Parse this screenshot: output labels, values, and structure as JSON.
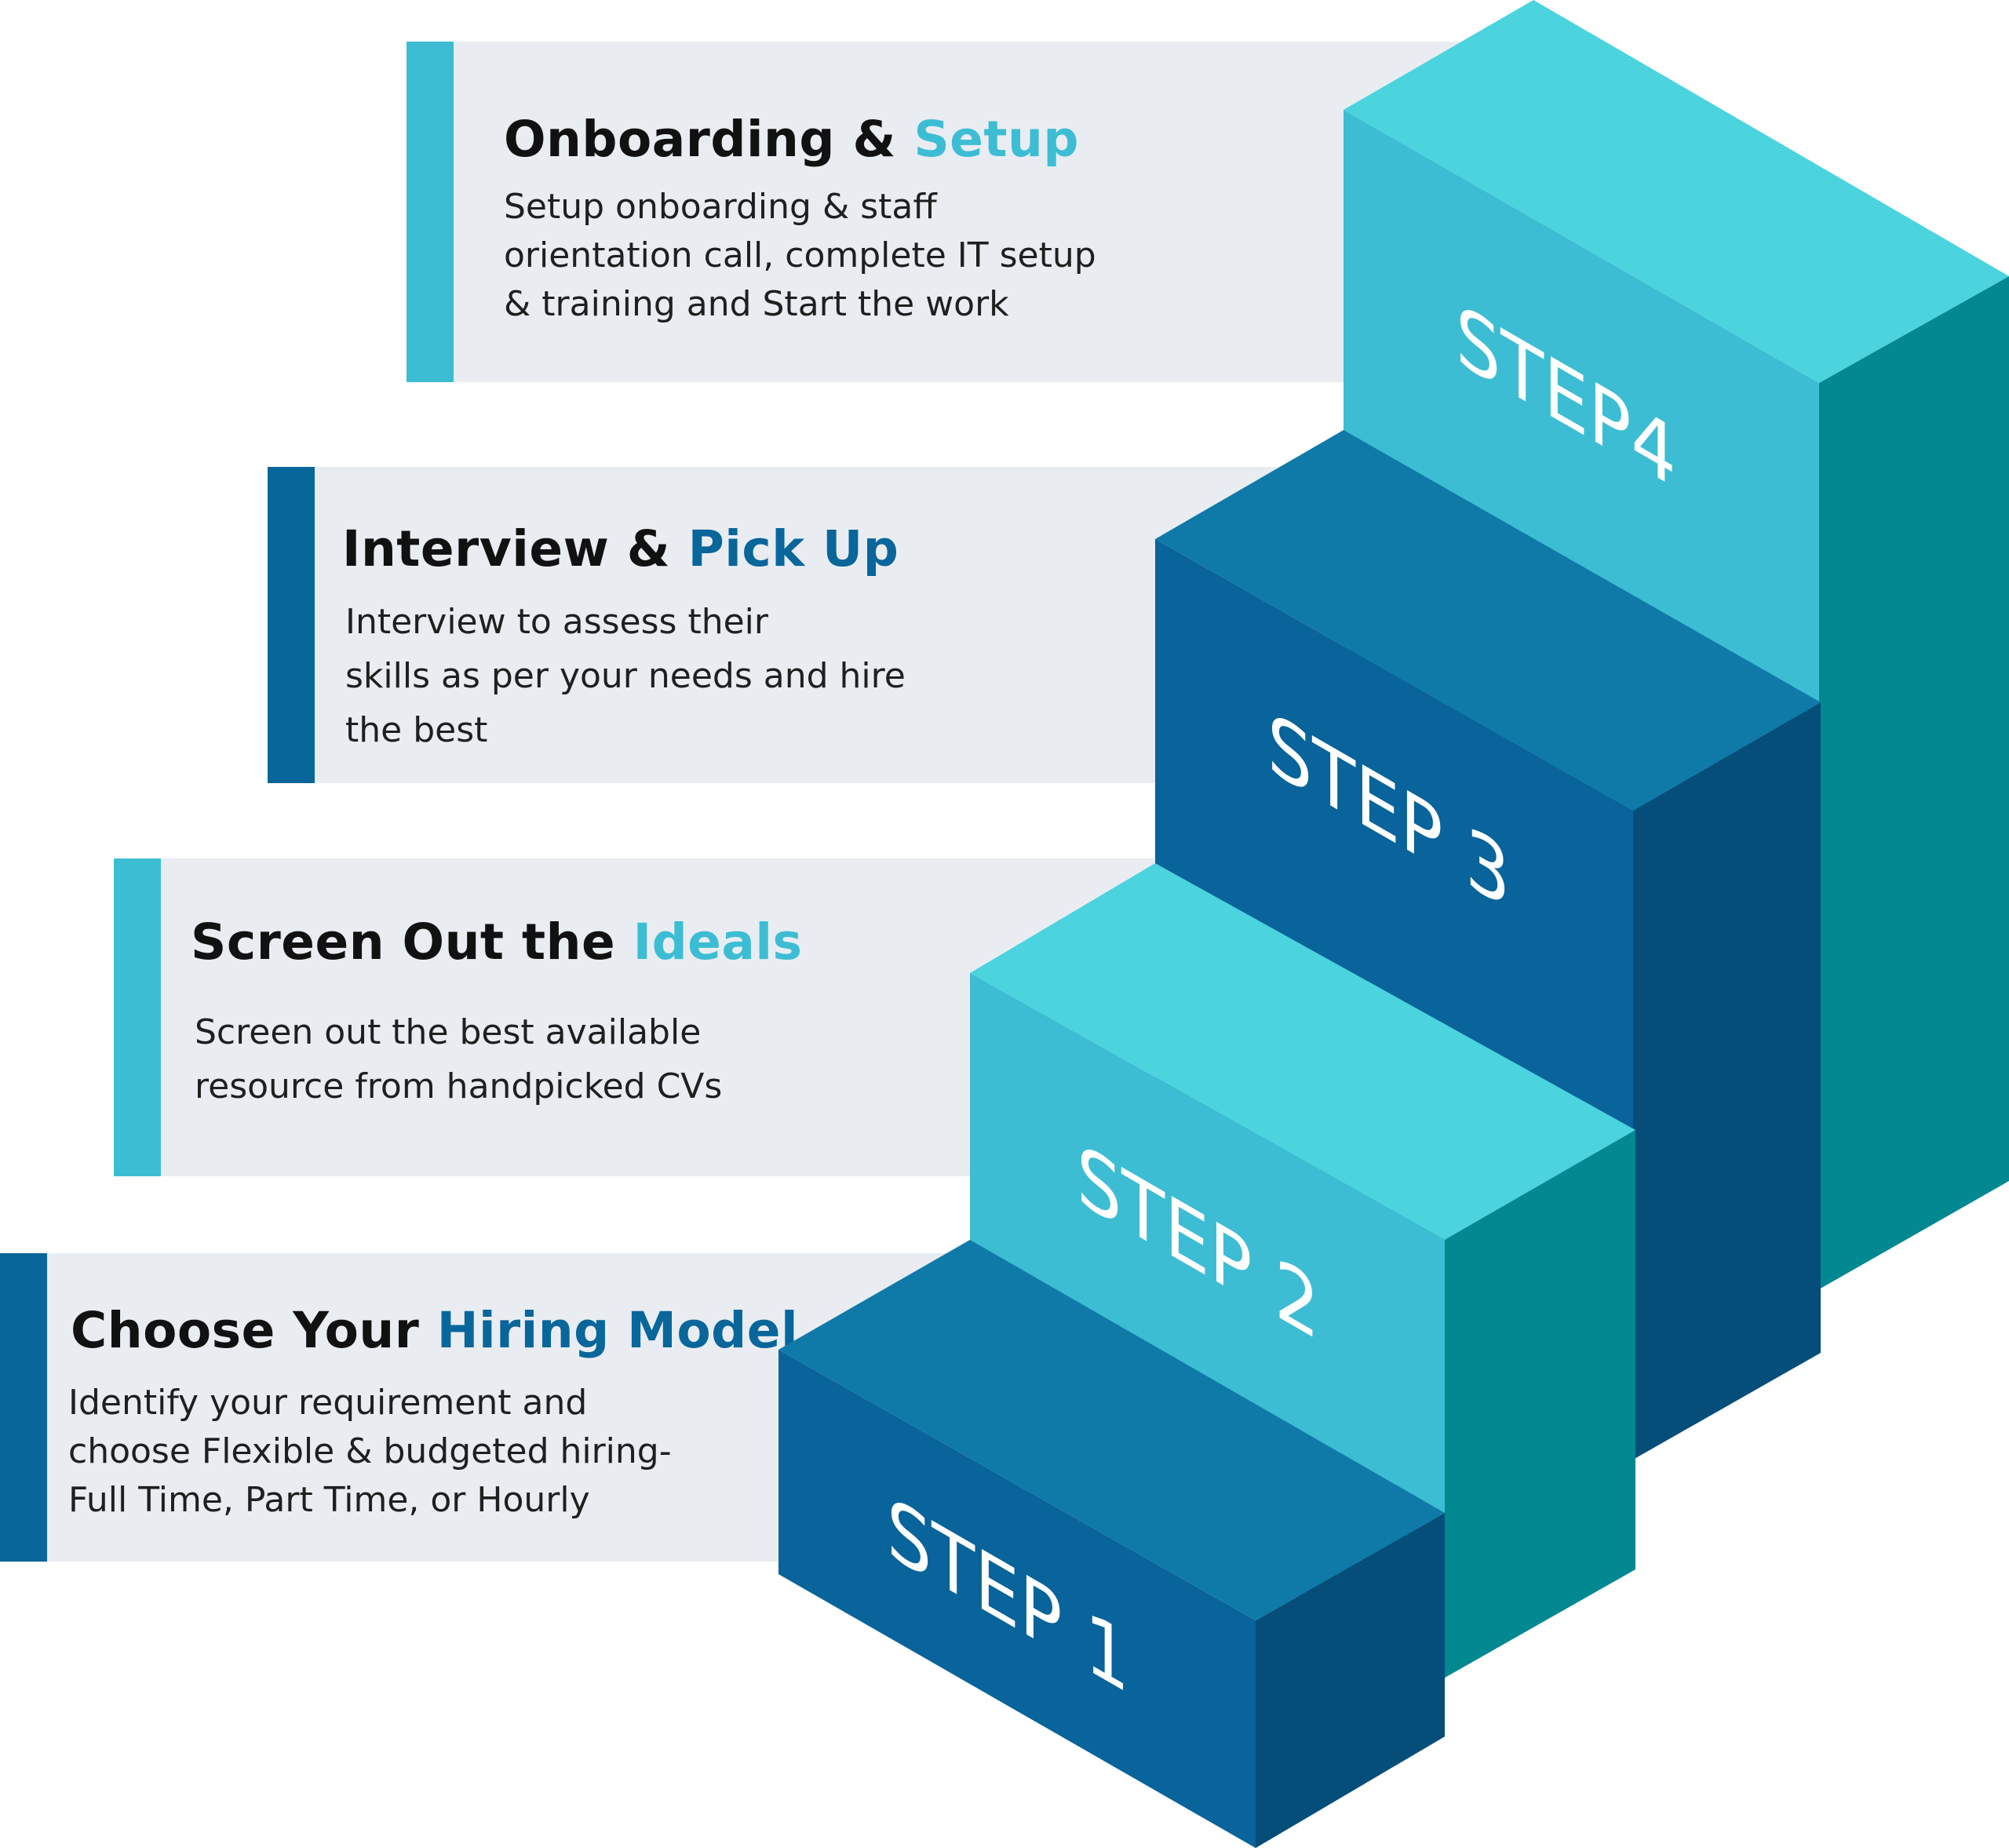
{
  "colors": {
    "panel_bg": "#e9edf2",
    "light_accent": "#3dbdd3",
    "dark_accent": "#08669a",
    "step_light_top": "#4bd3de",
    "step_light_front": "#3dbdd3",
    "step_light_side": "#028891",
    "step_dark_top": "#0f7aa8",
    "step_dark_front": "#08649a",
    "step_dark_side": "#054e79"
  },
  "steps": [
    {
      "label": "STEP 1",
      "title_main": "Choose Your ",
      "title_highlight": "Hiring Model",
      "desc": [
        "Identify your requirement and",
        "choose Flexible & budgeted hiring-",
        "Full Time, Part Time, or Hourly"
      ],
      "tone": "dark"
    },
    {
      "label": "STEP 2",
      "title_main": "Screen Out the ",
      "title_highlight": "Ideals",
      "desc": [
        "Screen out the best available",
        "resource from handpicked CVs"
      ],
      "tone": "light"
    },
    {
      "label": "STEP 3",
      "title_main": "Interview & ",
      "title_highlight": "Pick Up",
      "desc": [
        "Interview to assess their",
        "skills as per your needs and hire",
        "the best"
      ],
      "tone": "dark"
    },
    {
      "label": "STEP4",
      "title_main": "Onboarding & ",
      "title_highlight": "Setup",
      "desc": [
        "Setup onboarding & staff",
        "orientation call, complete IT setup",
        "& training and Start the work"
      ],
      "tone": "light"
    }
  ]
}
